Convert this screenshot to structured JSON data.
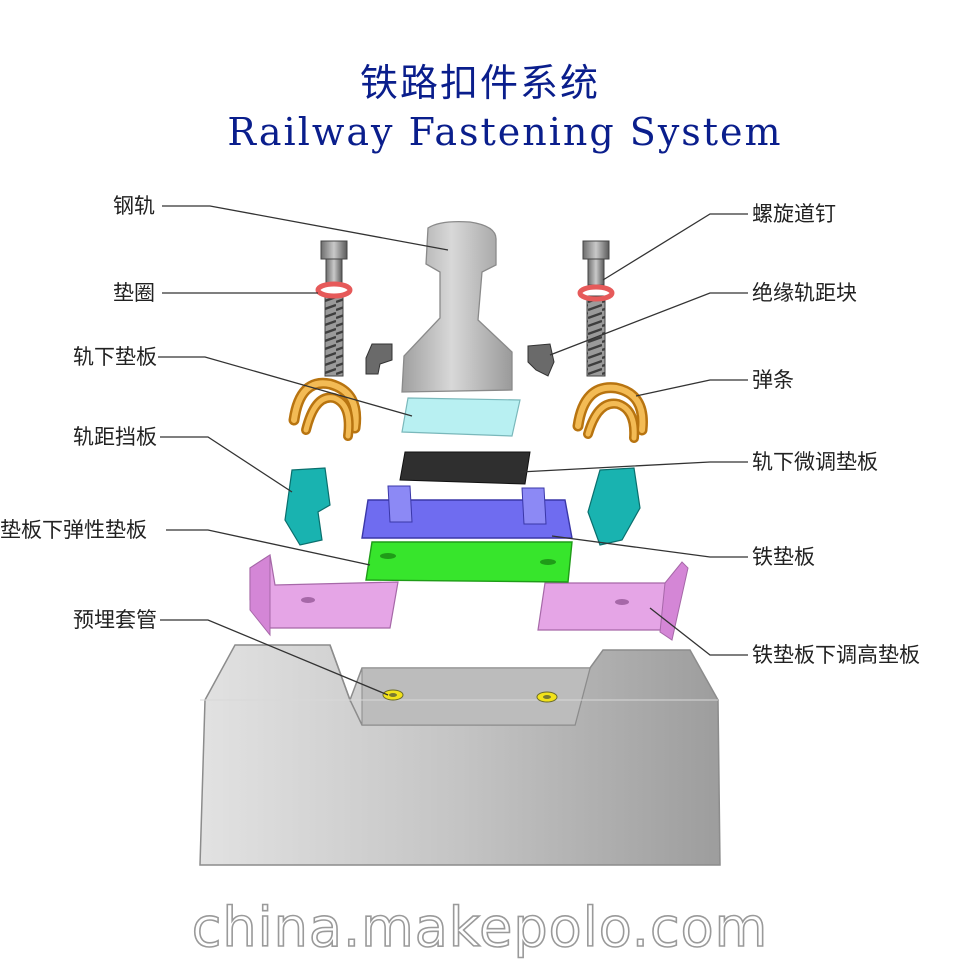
{
  "title": {
    "cn": "铁路扣件系统",
    "en": "Railway Fastening System"
  },
  "labels": {
    "rail": "钢轨",
    "washer": "垫圈",
    "rail_pad": "轨下垫板",
    "gauge_baffle": "轨距挡板",
    "elastic_pad_under_plate": "垫板下弹性垫板",
    "embedded_sleeve": "预埋套管",
    "screw_spike": "螺旋道钉",
    "insulated_gauge_block": "绝缘轨距块",
    "elastic_clip": "弹条",
    "rail_adjust_pad": "轨下微调垫板",
    "iron_base_plate": "铁垫板",
    "height_adjust_pad": "铁垫板下调高垫板"
  },
  "colors": {
    "title": "#0a1e8c",
    "sleeper": "#b9b9b9",
    "rail": "#bdbdbd",
    "washer": "#e65a5a",
    "clip": "#e6a53a",
    "rail_pad": "#b8f0f2",
    "adjust_pad": "#2f2f2f",
    "base_plate": "#6f6cf0",
    "elastic_pad": "#33e02a",
    "height_pad": "#e49be6",
    "baffle": "#19b3b0",
    "sleeve": "#f2e21a"
  },
  "watermark": "china.makepolo.com"
}
